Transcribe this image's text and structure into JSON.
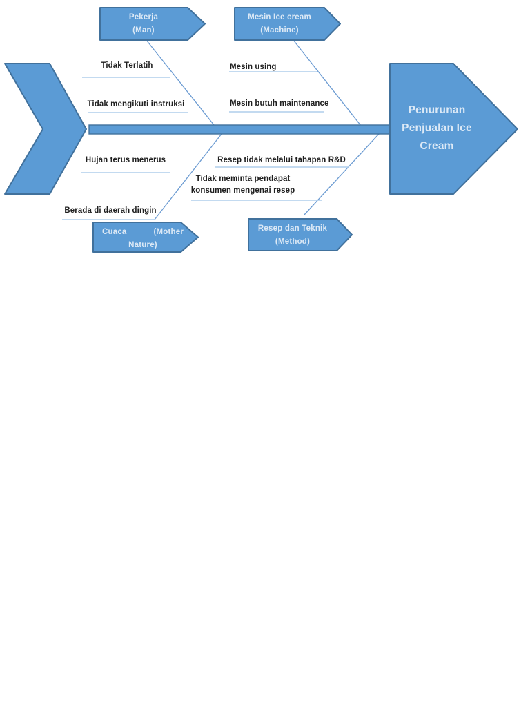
{
  "diagram": {
    "type": "fishbone-ishikawa",
    "effect": {
      "text": "Penurunan Penjualan Ice Cream"
    },
    "categories": [
      {
        "id": "man",
        "label_line1": "Pekerja",
        "label_line2": "(Man)",
        "causes": [
          "Tidak Terlatih",
          "Tidak mengikuti instruksi"
        ]
      },
      {
        "id": "machine",
        "label_line1": "Mesin Ice cream",
        "label_line2": "(Machine)",
        "causes": [
          "Mesin using",
          "Mesin butuh maintenance"
        ]
      },
      {
        "id": "mother-nature",
        "label_line1_left": "Cuaca",
        "label_line1_right": "(Mother",
        "label_line2": "Nature)",
        "causes": [
          "Hujan terus menerus",
          "Berada di daerah dingin"
        ]
      },
      {
        "id": "method",
        "label_line1": "Resep dan Teknik",
        "label_line2": "(Method)",
        "causes": [
          "Resep tidak melalui tahapan R&D",
          "Tidak meminta pendapat konsumen mengenai resep"
        ]
      }
    ]
  },
  "colors": {
    "shape_fill": "#5B9BD5",
    "shape_border": "#41719C",
    "label_text": "#DCE9F6",
    "bone": "#6B9BD2",
    "underline": "#AFCDEB",
    "cause_text": "#1F1F1F"
  }
}
